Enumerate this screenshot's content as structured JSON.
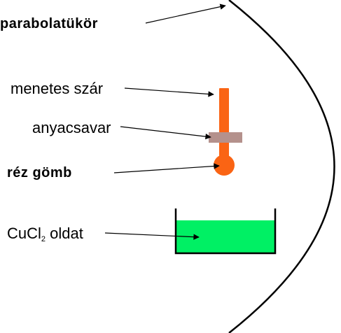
{
  "labels": {
    "mirror": "parabolatükör",
    "rod": "menetes szár",
    "nut": "anyacsavar",
    "ball": "réz gömb",
    "solution_main": "CuCl",
    "solution_sub": "2",
    "solution_rest": " oldat"
  },
  "colors": {
    "rod": "#fa6414",
    "nut": "#b4918c",
    "solution": "#00f064",
    "outline": "#000000"
  }
}
